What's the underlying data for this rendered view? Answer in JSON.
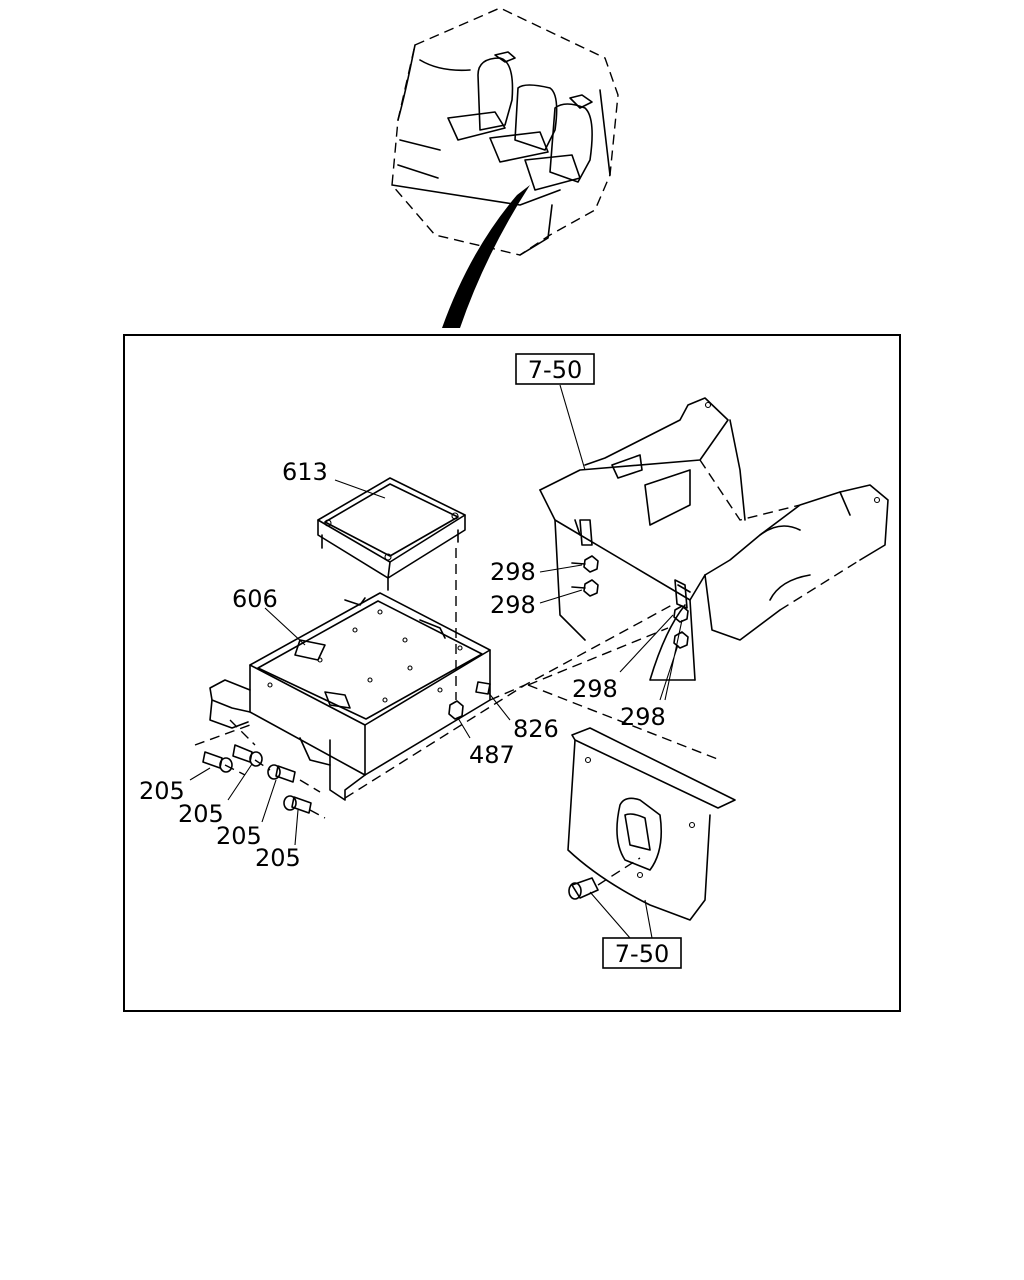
{
  "callouts": {
    "ref_top": "7-50",
    "ref_bottom": "7-50",
    "ecu": "613",
    "bracket": "606",
    "nut_298_a": "298",
    "nut_298_b": "298",
    "nut_298_c": "298",
    "nut_298_d": "298",
    "part_826": "826",
    "part_487": "487",
    "bolt_205_a": "205",
    "bolt_205_b": "205",
    "bolt_205_c": "205",
    "bolt_205_d": "205"
  }
}
